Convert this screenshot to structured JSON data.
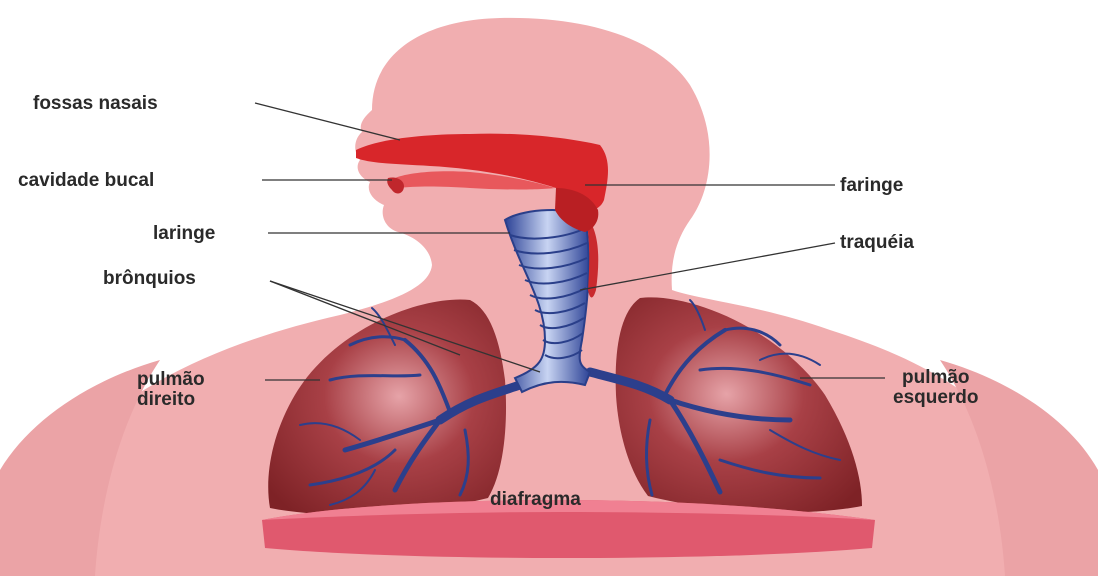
{
  "labels": {
    "fossas_nasais": "fossas nasais",
    "cavidade_bucal": "cavidade bucal",
    "laringe": "laringe",
    "bronquios": "brônquios",
    "faringe": "faringe",
    "traqueia": "traquéia",
    "pulmao_direito": [
      "pulmão",
      "direito"
    ],
    "pulmao_esquerdo": [
      "pulmão",
      "esquerdo"
    ],
    "diafragma": "diafragma"
  },
  "colors": {
    "body_skin": "#f1aeb0",
    "lung": "#8e2a2e",
    "airway_red": "#d8262a",
    "trachea_blue": "#3c58b0",
    "diaphragm": "#e0596e",
    "label_text": "#2a2a2a"
  }
}
